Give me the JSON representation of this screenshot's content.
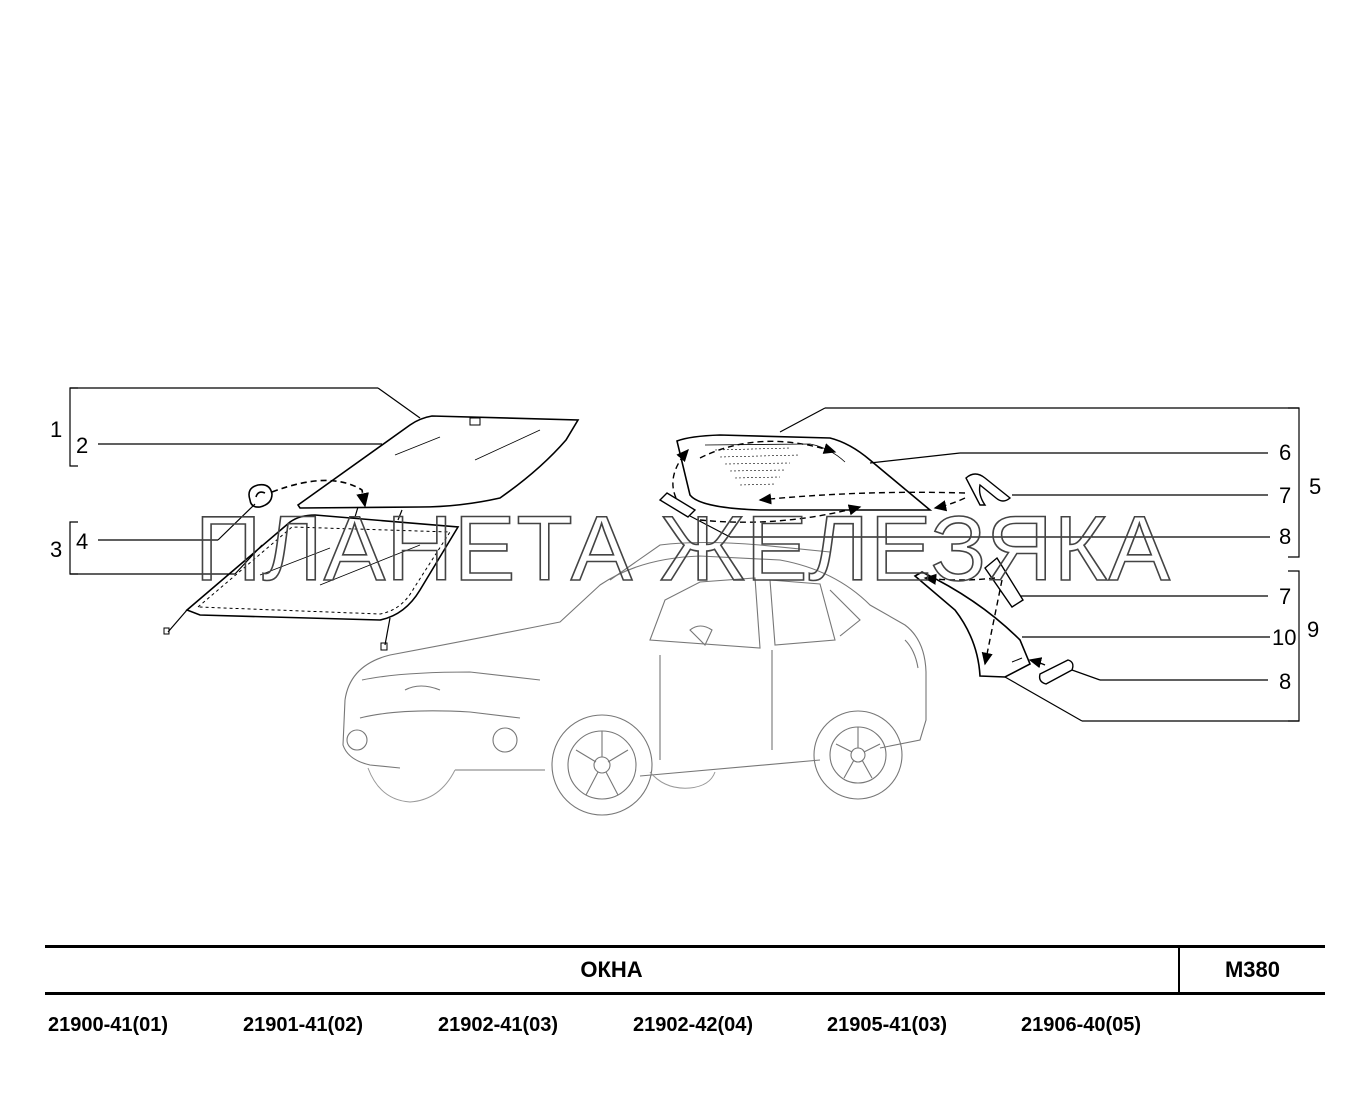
{
  "watermark": "ПЛАНЕТА ЖЕЛЕЗЯКА",
  "callouts": {
    "c1": "1",
    "c2": "2",
    "c3": "3",
    "c4": "4",
    "c5": "5",
    "c6": "6",
    "c7a": "7",
    "c8a": "8",
    "c7b": "7",
    "c10": "10",
    "c9": "9",
    "c8b": "8"
  },
  "title": {
    "name": "ОКНА",
    "code": "M380"
  },
  "models": [
    "21900-41(01)",
    "21901-41(02)",
    "21902-41(03)",
    "21902-42(04)",
    "21905-41(03)",
    "21906-40(05)"
  ]
}
